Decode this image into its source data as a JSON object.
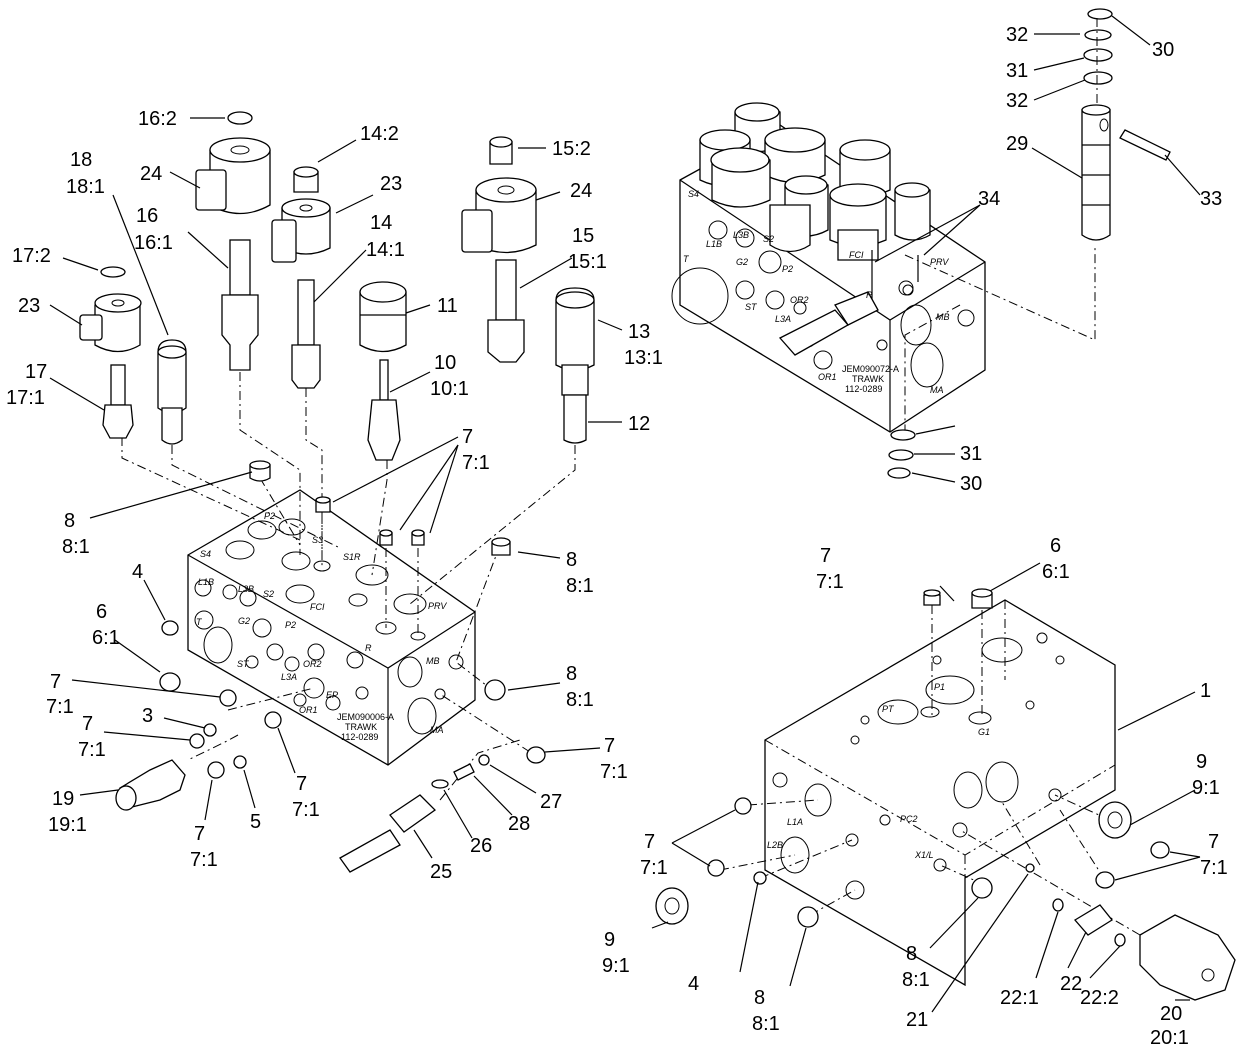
{
  "diagram": {
    "stamps": {
      "main_block": [
        "JEM090006-A",
        "TRAWK",
        "112-0289"
      ],
      "top_right_block": [
        "JEM090072-A",
        "TRAWK",
        "112-0289"
      ]
    },
    "ports": {
      "main": [
        "S4",
        "P2",
        "S3",
        "S1R",
        "L1B",
        "L3B",
        "S2",
        "T",
        "G2",
        "P2",
        "ST",
        "OR2",
        "L3A",
        "FCI",
        "PRV",
        "MB",
        "MA",
        "R",
        "EP",
        "OR1"
      ],
      "top": [
        "S4",
        "L1B",
        "L3B",
        "S2",
        "T",
        "G2",
        "P2",
        "ST",
        "OR2",
        "L3A",
        "FCI",
        "PRV",
        "MB",
        "MA",
        "R",
        "OR1"
      ],
      "lower": [
        "PT",
        "P1",
        "G1",
        "PC2",
        "L1A",
        "L2B",
        "X1/L"
      ]
    },
    "callouts": {
      "c16_2": "16:2",
      "c14_2": "14:2",
      "c15_2": "15:2",
      "c18": "18",
      "c18_1": "18:1",
      "c24a": "24",
      "c23a": "23",
      "c24b": "24",
      "c16": "16",
      "c16_1": "16:1",
      "c14": "14",
      "c14_1": "14:1",
      "c15": "15",
      "c15_1": "15:1",
      "c17_2": "17:2",
      "c23b": "23",
      "c11": "11",
      "c13": "13",
      "c13_1": "13:1",
      "c17": "17",
      "c17_1": "17:1",
      "c10": "10",
      "c10_1": "10:1",
      "c12": "12",
      "c7a": "7",
      "c7_1a": "7:1",
      "c8a": "8",
      "c8_1a": "8:1",
      "c8b": "8",
      "c8_1b": "8:1",
      "c4a": "4",
      "c6a": "6",
      "c6_1a": "6:1",
      "c8c": "8",
      "c8_1c": "8:1",
      "c7b": "7",
      "c7_1b": "7:1",
      "c3": "3",
      "c7c": "7",
      "c7_1c": "7:1",
      "c7d": "7",
      "c7_1d": "7:1",
      "c19": "19",
      "c19_1": "19:1",
      "c7e": "7",
      "c7_1e": "7:1",
      "c5": "5",
      "c7f": "7",
      "c7_1f": "7:1",
      "c27": "27",
      "c28": "28",
      "c26": "26",
      "c25": "25",
      "c32a": "32",
      "c30a": "30",
      "c31a": "31",
      "c32b": "32",
      "c29": "29",
      "c33": "33",
      "c34": "34",
      "c31b": "31",
      "c30b": "30",
      "c7g": "7",
      "c7_1g": "7:1",
      "c6b": "6",
      "c6_1b": "6:1",
      "c1": "1",
      "c9a": "9",
      "c9_1a": "9:1",
      "c7h": "7",
      "c7_1h": "7:1",
      "c7i": "7",
      "c7_1i": "7:1",
      "c9b": "9",
      "c9_1b": "9:1",
      "c4b": "4",
      "c8d": "8",
      "c8_1d": "8:1",
      "c8e": "8",
      "c8_1e": "8:1",
      "c21": "21",
      "c22_1": "22:1",
      "c22": "22",
      "c22_2": "22:2",
      "c20": "20",
      "c20_1": "20:1"
    }
  }
}
